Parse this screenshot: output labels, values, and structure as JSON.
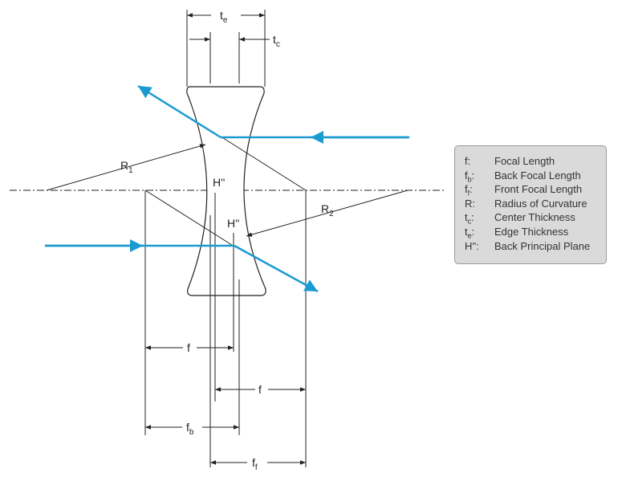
{
  "diagram": {
    "labels": {
      "te": {
        "base": "t",
        "sub": "e"
      },
      "tc": {
        "base": "t",
        "sub": "c"
      },
      "R1": {
        "base": "R",
        "sub": "1"
      },
      "R2": {
        "base": "R",
        "sub": "2"
      },
      "H_upper": "H''",
      "H_lower": "H''",
      "f_upper": "f",
      "f_lower": "f",
      "fb": {
        "base": "f",
        "sub": "b"
      },
      "ff": {
        "base": "f",
        "sub": "f"
      }
    },
    "colors": {
      "ray": "#1a9bd0",
      "line": "#222222",
      "legend_bg": "#dadada",
      "legend_border": "#9a9a9a"
    }
  },
  "legend": {
    "items": [
      {
        "sym": "f",
        "sub": "",
        "suffix": ":",
        "desc": "Focal Length"
      },
      {
        "sym": "f",
        "sub": "b",
        "suffix": ":",
        "desc": "Back Focal Length"
      },
      {
        "sym": "f",
        "sub": "f",
        "suffix": ":",
        "desc": "Front Focal Length"
      },
      {
        "sym": "R",
        "sub": "",
        "suffix": ":",
        "desc": "Radius of Curvature"
      },
      {
        "sym": "t",
        "sub": "c",
        "suffix": ":",
        "desc": "Center Thickness"
      },
      {
        "sym": "t",
        "sub": "e",
        "suffix": ":",
        "desc": "Edge Thickness"
      },
      {
        "sym": "H''",
        "sub": "",
        "suffix": ":",
        "desc": "Back Principal Plane"
      }
    ]
  }
}
